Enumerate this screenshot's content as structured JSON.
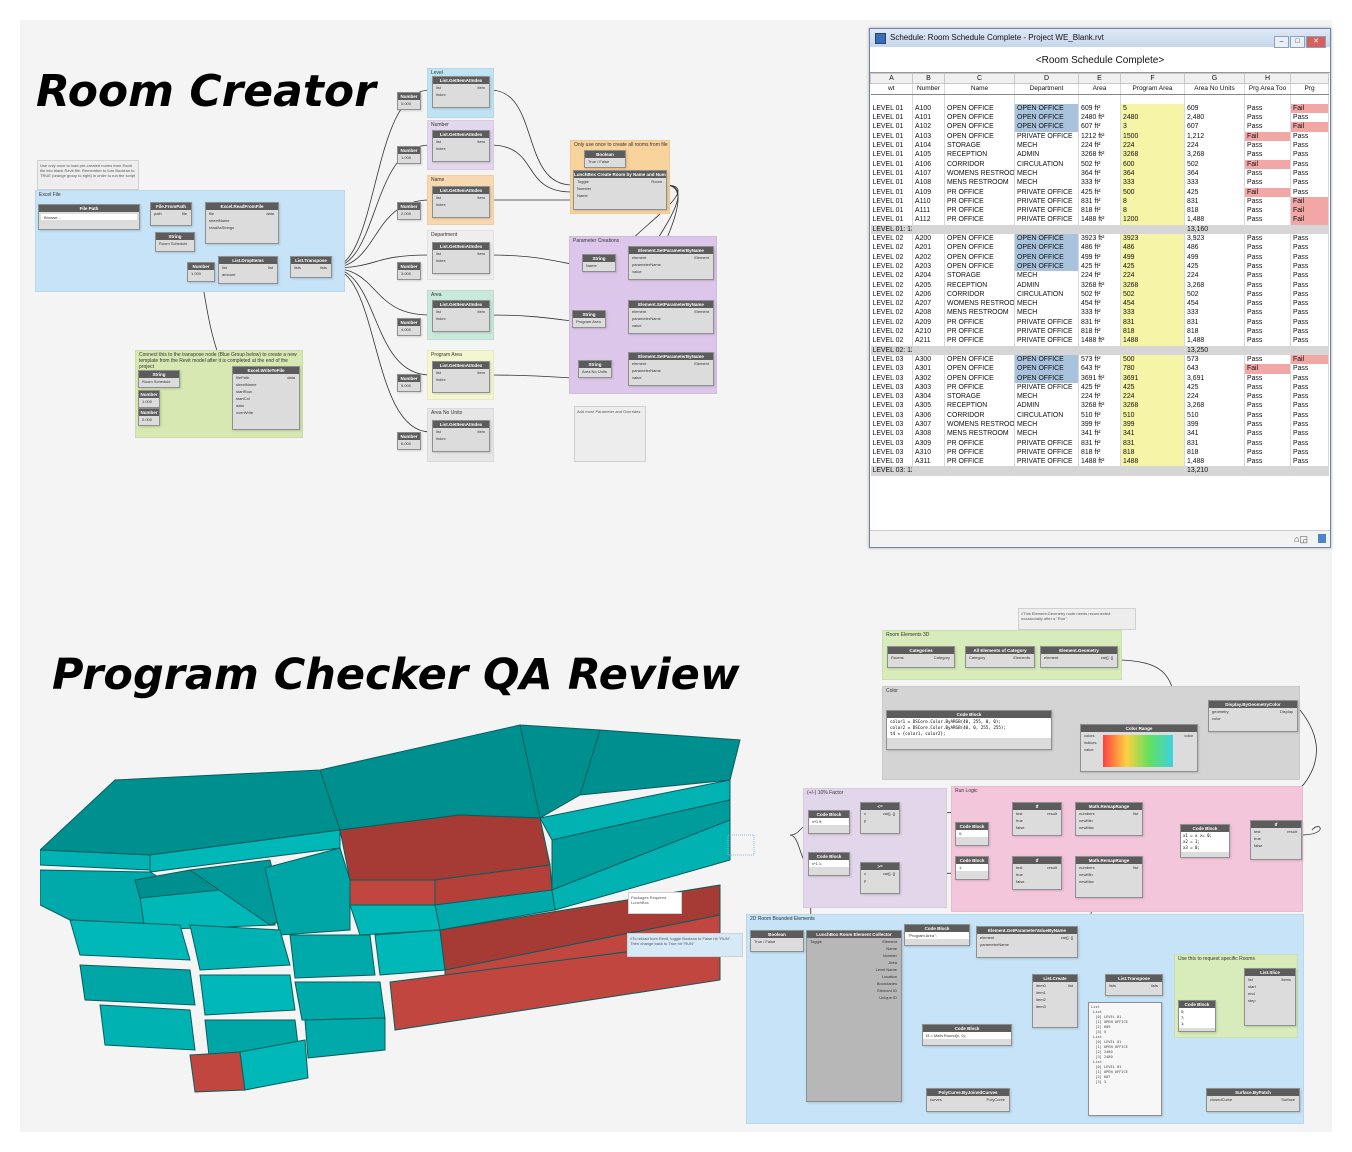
{
  "headings": {
    "room_creator": "Room Creator",
    "program_checker": "Program Checker QA Review"
  },
  "schedule": {
    "window_title": "Schedule: Room Schedule Complete - Project WE_Blank.rvt",
    "heading": "<Room Schedule Complete>",
    "column_letters": [
      "A",
      "B",
      "C",
      "D",
      "E",
      "F",
      "G",
      "H",
      ""
    ],
    "columns": [
      "wt",
      "Number",
      "Name",
      "Department",
      "Area",
      "Program Area",
      "Area No Units",
      "Prg Area Too",
      "Prg"
    ],
    "rows": [
      [
        "LEVEL 01",
        "A100",
        "OPEN OFFICE",
        "OPEN OFFICE",
        "609 ft²",
        "5",
        "609",
        "Pass",
        "Fail"
      ],
      [
        "LEVEL 01",
        "A101",
        "OPEN OFFICE",
        "OPEN OFFICE",
        "2480 ft²",
        "2480",
        "2,480",
        "Pass",
        "Pass"
      ],
      [
        "LEVEL 01",
        "A102",
        "OPEN OFFICE",
        "OPEN OFFICE",
        "607 ft²",
        "3",
        "607",
        "Pass",
        "Fail"
      ],
      [
        "LEVEL 01",
        "A103",
        "OPEN OFFICE",
        "PRIVATE OFFICE",
        "1212 ft²",
        "1500",
        "1,212",
        "Fail",
        "Pass"
      ],
      [
        "LEVEL 01",
        "A104",
        "STORAGE",
        "MECH",
        "224 ft²",
        "224",
        "224",
        "Pass",
        "Pass"
      ],
      [
        "LEVEL 01",
        "A105",
        "RECEPTION",
        "ADMIN",
        "3268 ft²",
        "3268",
        "3,268",
        "Pass",
        "Pass"
      ],
      [
        "LEVEL 01",
        "A106",
        "CORRIDOR",
        "CIRCULATION",
        "502 ft²",
        "600",
        "502",
        "Fail",
        "Pass"
      ],
      [
        "LEVEL 01",
        "A107",
        "WOMENS RESTROO",
        "MECH",
        "364 ft²",
        "364",
        "364",
        "Pass",
        "Pass"
      ],
      [
        "LEVEL 01",
        "A108",
        "MENS RESTROOM",
        "MECH",
        "333 ft²",
        "333",
        "333",
        "Pass",
        "Pass"
      ],
      [
        "LEVEL 01",
        "A109",
        "PR OFFICE",
        "PRIVATE OFFICE",
        "425 ft²",
        "500",
        "425",
        "Fail",
        "Pass"
      ],
      [
        "LEVEL 01",
        "A110",
        "PR OFFICE",
        "PRIVATE OFFICE",
        "831 ft²",
        "8",
        "831",
        "Pass",
        "Fail"
      ],
      [
        "LEVEL 01",
        "A111",
        "PR OFFICE",
        "PRIVATE OFFICE",
        "818 ft²",
        "8",
        "818",
        "Pass",
        "Fail"
      ],
      [
        "LEVEL 01",
        "A112",
        "PR OFFICE",
        "PRIVATE OFFICE",
        "1488 ft²",
        "1200",
        "1,488",
        "Pass",
        "Fail"
      ],
      [
        "LEVEL 01: 13",
        "",
        "",
        "",
        "",
        "",
        "13,160",
        "",
        ""
      ],
      [
        "LEVEL 02",
        "A200",
        "OPEN OFFICE",
        "OPEN OFFICE",
        "3923 ft²",
        "3923",
        "3,923",
        "Pass",
        "Pass"
      ],
      [
        "LEVEL 02",
        "A201",
        "OPEN OFFICE",
        "OPEN OFFICE",
        "486 ft²",
        "486",
        "486",
        "Pass",
        "Pass"
      ],
      [
        "LEVEL 02",
        "A202",
        "OPEN OFFICE",
        "OPEN OFFICE",
        "499 ft²",
        "499",
        "499",
        "Pass",
        "Pass"
      ],
      [
        "LEVEL 02",
        "A203",
        "OPEN OFFICE",
        "OPEN OFFICE",
        "425 ft²",
        "425",
        "425",
        "Pass",
        "Pass"
      ],
      [
        "LEVEL 02",
        "A204",
        "STORAGE",
        "MECH",
        "224 ft²",
        "224",
        "224",
        "Pass",
        "Pass"
      ],
      [
        "LEVEL 02",
        "A205",
        "RECEPTION",
        "ADMIN",
        "3268 ft²",
        "3268",
        "3,268",
        "Pass",
        "Pass"
      ],
      [
        "LEVEL 02",
        "A206",
        "CORRIDOR",
        "CIRCULATION",
        "502 ft²",
        "502",
        "502",
        "Pass",
        "Pass"
      ],
      [
        "LEVEL 02",
        "A207",
        "WOMENS RESTROO",
        "MECH",
        "454 ft²",
        "454",
        "454",
        "Pass",
        "Pass"
      ],
      [
        "LEVEL 02",
        "A208",
        "MENS RESTROOM",
        "MECH",
        "333 ft²",
        "333",
        "333",
        "Pass",
        "Pass"
      ],
      [
        "LEVEL 02",
        "A209",
        "PR OFFICE",
        "PRIVATE OFFICE",
        "831 ft²",
        "831",
        "831",
        "Pass",
        "Pass"
      ],
      [
        "LEVEL 02",
        "A210",
        "PR OFFICE",
        "PRIVATE OFFICE",
        "818 ft²",
        "818",
        "818",
        "Pass",
        "Pass"
      ],
      [
        "LEVEL 02",
        "A211",
        "PR OFFICE",
        "PRIVATE OFFICE",
        "1488 ft²",
        "1488",
        "1,488",
        "Pass",
        "Pass"
      ],
      [
        "LEVEL 02: 12",
        "",
        "",
        "",
        "",
        "",
        "13,250",
        "",
        ""
      ],
      [
        "LEVEL 03",
        "A300",
        "OPEN OFFICE",
        "OPEN OFFICE",
        "573 ft²",
        "500",
        "573",
        "Pass",
        "Fail"
      ],
      [
        "LEVEL 03",
        "A301",
        "OPEN OFFICE",
        "OPEN OFFICE",
        "643 ft²",
        "780",
        "643",
        "Fail",
        "Pass"
      ],
      [
        "LEVEL 03",
        "A302",
        "OPEN OFFICE",
        "OPEN OFFICE",
        "3691 ft²",
        "3691",
        "3,691",
        "Pass",
        "Pass"
      ],
      [
        "LEVEL 03",
        "A303",
        "PR OFFICE",
        "PRIVATE OFFICE",
        "425 ft²",
        "425",
        "425",
        "Pass",
        "Pass"
      ],
      [
        "LEVEL 03",
        "A304",
        "STORAGE",
        "MECH",
        "224 ft²",
        "224",
        "224",
        "Pass",
        "Pass"
      ],
      [
        "LEVEL 03",
        "A305",
        "RECEPTION",
        "ADMIN",
        "3268 ft²",
        "3268",
        "3,268",
        "Pass",
        "Pass"
      ],
      [
        "LEVEL 03",
        "A306",
        "CORRIDOR",
        "CIRCULATION",
        "510 ft²",
        "510",
        "510",
        "Pass",
        "Pass"
      ],
      [
        "LEVEL 03",
        "A307",
        "WOMENS RESTROO",
        "MECH",
        "399 ft²",
        "399",
        "399",
        "Pass",
        "Pass"
      ],
      [
        "LEVEL 03",
        "A308",
        "MENS RESTROOM",
        "MECH",
        "341 ft²",
        "341",
        "341",
        "Pass",
        "Pass"
      ],
      [
        "LEVEL 03",
        "A309",
        "PR OFFICE",
        "PRIVATE OFFICE",
        "831 ft²",
        "831",
        "831",
        "Pass",
        "Pass"
      ],
      [
        "LEVEL 03",
        "A310",
        "PR OFFICE",
        "PRIVATE OFFICE",
        "818 ft²",
        "818",
        "818",
        "Pass",
        "Pass"
      ],
      [
        "LEVEL 03",
        "A311",
        "PR OFFICE",
        "PRIVATE OFFICE",
        "1488 ft²",
        "1488",
        "1,488",
        "Pass",
        "Pass"
      ],
      [
        "LEVEL 03: 12",
        "",
        "",
        "",
        "",
        "",
        "13,210",
        "",
        ""
      ]
    ],
    "colors": {
      "department": "#a9c3dc",
      "program_area": "#f6f4a6",
      "fail": "#f3a6a6"
    }
  },
  "room_creator_graph": {
    "groups": [
      "Excel File",
      "Level",
      "Number",
      "Name",
      "Department",
      "Area",
      "Program Area",
      "Area No Units",
      "Parameter Creations"
    ],
    "nodes": [
      "File Path",
      "File.FromPath",
      "Excel.ReadFromFile",
      "String",
      "List.DropItems",
      "List.Transpose",
      "Number",
      "List.GetItemAtIndex",
      "Boolean",
      "LunchBox Create Room by Name and Number",
      "Element.SetParameterByName",
      "Excel.WriteToFile"
    ],
    "notes": [
      "Use only once to load pre-created rooms from Excel file into blank Revit file. Remember to turn Boolean to TRUE (orange group to right) in order to run the script",
      "Only use once to create all rooms from file",
      "Connect this to the transpose node (Blue Group below) to create a new template from the Revit model after it is completed at the end of the project",
      "Add more Parameter and Overrides"
    ],
    "string_value": "Room Schedule",
    "boolean_options": [
      "True",
      "False"
    ]
  },
  "program_checker_graph": {
    "groups": [
      "Room Elements 3D",
      "Color",
      "(+/-) 10% Factor",
      "Run Logic",
      "2D Room Bounded Elements",
      "Use this to request specific Rooms"
    ],
    "nodes": [
      "Categories",
      "All Elements of Category",
      "Element.Geometry",
      "Display.ByGeometryColor",
      "Code Block",
      "Color Range",
      "If",
      "Math.RemapRange",
      "LunchBox Room Element Collector",
      "Element.GetParameterValueByName",
      "List.Create",
      "List.Transpose",
      "List.Slice",
      "PolyCurve.ByJoinedCurves",
      "Surface.ByPatch"
    ],
    "notes": [
      "//This Element.Geometry node needs reconnected occasionally after a \"Run\".",
      "//To reload from Revit, toggle Boolean to False hit \"RUN\". Then change back to True hit \"RUN\""
    ],
    "label_packages": "Packages Required: LunchBox",
    "code_color": "color1 = DSCore.Color.ByARGB(40, 255, 0, 0);\ncolor2 = DSCore.Color.ByARGB(40, 0, 255, 255);\nt4 = {color1, color2};",
    "code_round": "t3 = Math.Round(x, 0);",
    "code_prog": "\"Program Area\";",
    "code_factor_lo": "x*0.9;",
    "code_factor_hi": "x*1.1;"
  },
  "massing": {
    "colors": {
      "pass": "#00a6a6",
      "fail": "#c0463f"
    }
  }
}
